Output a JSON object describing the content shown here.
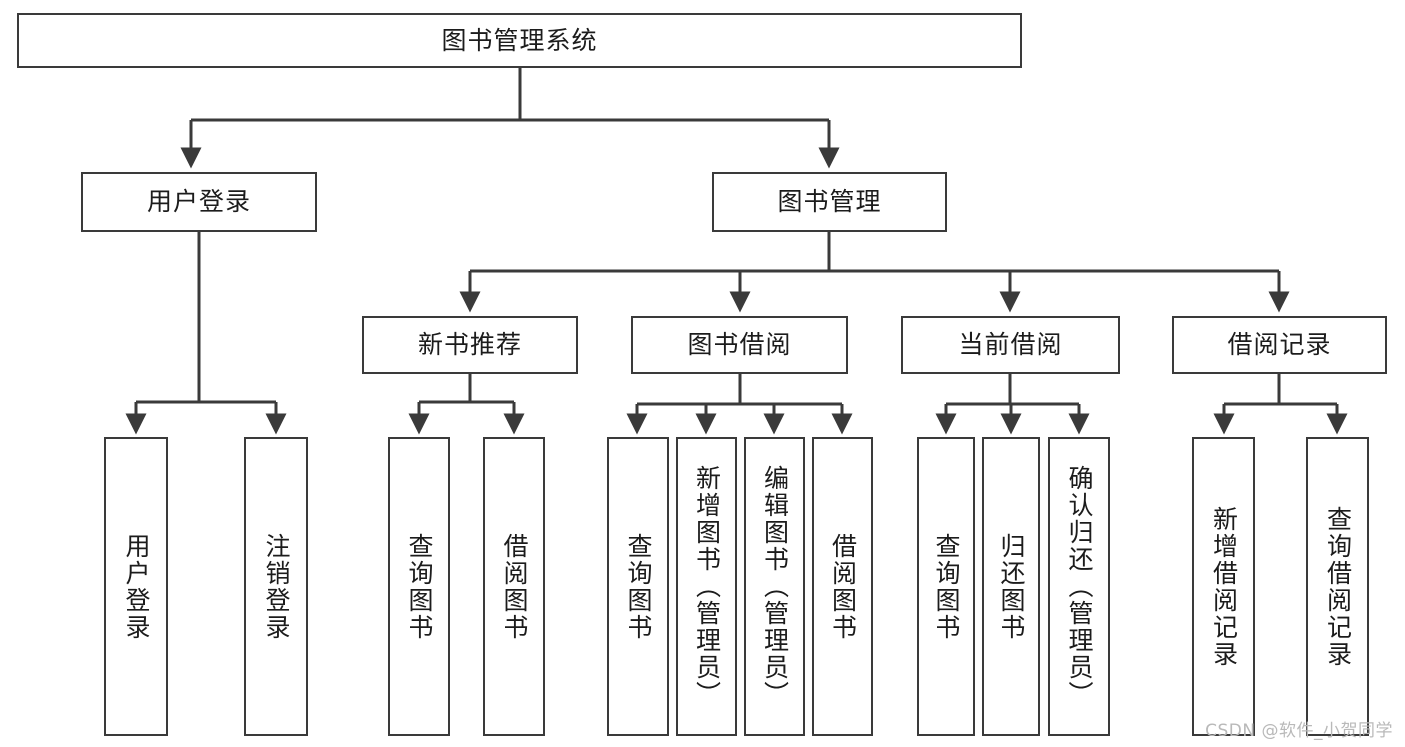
{
  "diagram": {
    "title": "图书管理系统",
    "watermark": "CSDN @软件_小贺同学",
    "root": {
      "label": "图书管理系统"
    },
    "level2": [
      {
        "label": "用户登录"
      },
      {
        "label": "图书管理"
      }
    ],
    "level3": [
      {
        "label": "新书推荐"
      },
      {
        "label": "图书借阅"
      },
      {
        "label": "当前借阅"
      },
      {
        "label": "借阅记录"
      }
    ],
    "leaves": [
      {
        "label": "用户登录"
      },
      {
        "label": "注销登录"
      },
      {
        "label": "查询图书"
      },
      {
        "label": "借阅图书"
      },
      {
        "label": "查询图书"
      },
      {
        "label": "新增图书（管理员）"
      },
      {
        "label": "编辑图书（管理员）"
      },
      {
        "label": "借阅图书"
      },
      {
        "label": "查询图书"
      },
      {
        "label": "归还图书"
      },
      {
        "label": "确认归还（管理员）"
      },
      {
        "label": "新增借阅记录"
      },
      {
        "label": "查询借阅记录"
      }
    ],
    "colors": {
      "stroke": "#3a3a3a",
      "text": "#1c1c1c",
      "background": "#ffffff",
      "watermark": "#b9b9b9"
    }
  }
}
